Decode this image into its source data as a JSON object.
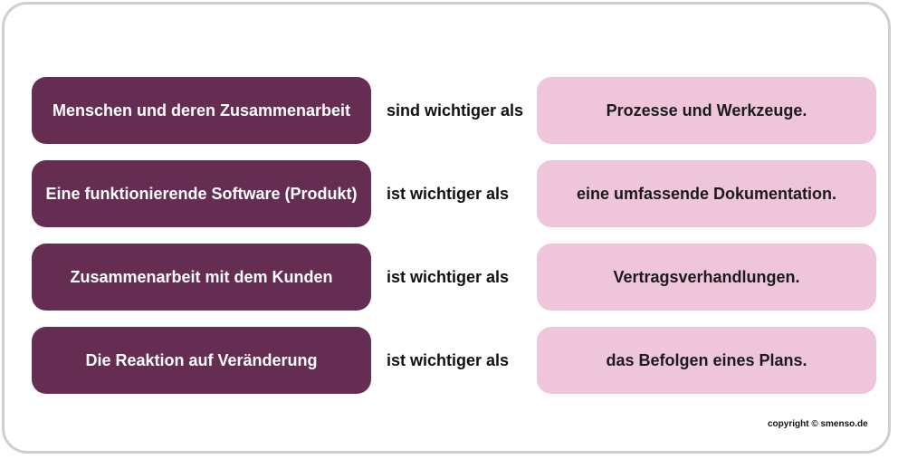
{
  "rows": [
    {
      "left": "Menschen und deren Zusammenarbeit",
      "middle": "sind wichtiger als",
      "right": "Prozesse und Werkzeuge."
    },
    {
      "left": "Eine funktionierende Software (Produkt)",
      "middle": "ist wichtiger als",
      "right": "eine umfassende Dokumentation."
    },
    {
      "left": "Zusammenarbeit mit dem Kunden",
      "middle": "ist wichtiger als",
      "right": "Vertragsverhandlungen."
    },
    {
      "left": "Die Reaktion auf Veränderung",
      "middle": "ist wichtiger als",
      "right": "das Befolgen eines Plans."
    }
  ],
  "footer": {
    "copyright": "copyright © smenso.de"
  },
  "colors": {
    "left_box": "#662d52",
    "right_box": "#efc5dc",
    "frame_border": "#cfcfcf"
  }
}
